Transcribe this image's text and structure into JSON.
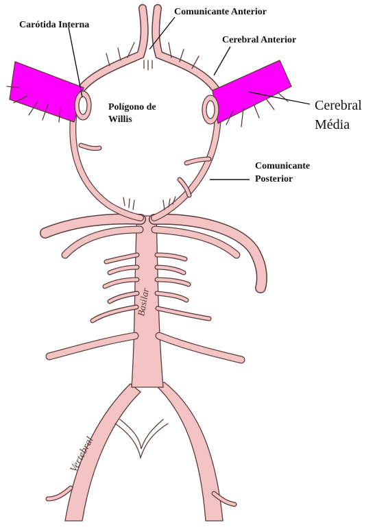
{
  "labels": {
    "comunicante_anterior": "Comunicante Anterior",
    "carotida_interna": "Carótida Interna",
    "cerebral_anterior": "Cerebral Anterior",
    "poligono_line1": "Polígono de",
    "poligono_line2": "Willis",
    "cerebral_media_line1": "Cerebral",
    "cerebral_media_line2": "Média",
    "comunicante_posterior_line1": "Comunicante",
    "comunicante_posterior_line2": "Posterior"
  },
  "vessel_text": {
    "basilar": "Basilar",
    "vertebral": "Vertebral"
  },
  "colors": {
    "vessel_fill": "#f4c3c3",
    "vessel_outline": "#5a3a3a",
    "highlight_magenta": "#ff00ff"
  }
}
